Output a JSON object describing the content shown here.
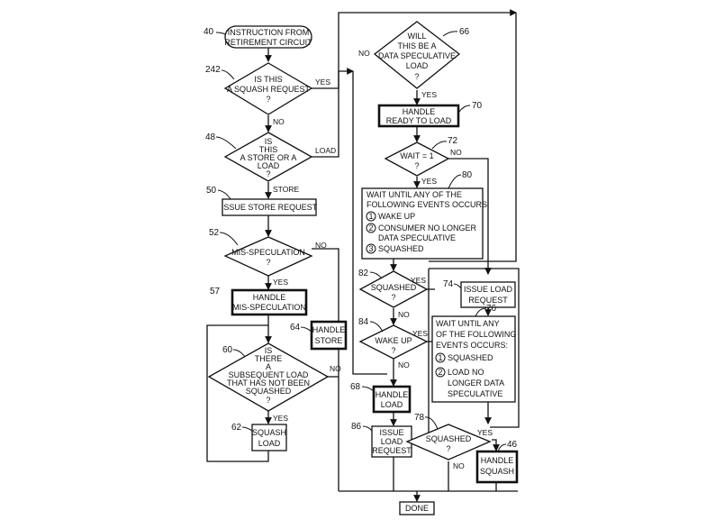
{
  "figure": {
    "nodes": {
      "start": {
        "ref": "40",
        "lines": [
          "INSTRUCTION FROM",
          "RETIREMENT CIRCUIT"
        ]
      },
      "squash_request": {
        "ref": "242",
        "lines": [
          "IS THIS",
          "A SQUASH REQUEST",
          "?"
        ]
      },
      "store_or_load": {
        "ref": "48",
        "lines": [
          "IS",
          "THIS",
          "A STORE OR A",
          "LOAD",
          "?"
        ]
      },
      "issue_store": {
        "ref": "50",
        "lines": [
          "ISSUE STORE REQUEST"
        ]
      },
      "mis_spec": {
        "ref": "52",
        "lines": [
          "MIS-SPECULATION",
          "?"
        ]
      },
      "handle_mis": {
        "ref": "57",
        "lines": [
          "HANDLE",
          "MIS-SPECULATION"
        ]
      },
      "handle_store": {
        "ref": "64",
        "lines": [
          "HANDLE",
          "STORE"
        ]
      },
      "subsequent": {
        "ref": "60",
        "lines": [
          "IS",
          "THERE",
          "A",
          "SUBSEQUENT LOAD",
          "THAT HAS NOT BEEN",
          "SQUASHED",
          "?"
        ]
      },
      "squash_load": {
        "ref": "62",
        "lines": [
          "SQUASH",
          "LOAD"
        ]
      },
      "data_spec": {
        "ref": "66",
        "lines": [
          "WILL",
          "THIS BE A",
          "DATA SPECULATIVE",
          "LOAD",
          "?"
        ]
      },
      "ready_load": {
        "ref": "70",
        "lines": [
          "HANDLE",
          "READY TO LOAD"
        ]
      },
      "wait1": {
        "ref": "72",
        "lines": [
          "WAIT = 1",
          "?"
        ]
      },
      "wait_events": {
        "ref": "80",
        "lines": [
          "WAIT UNTIL ANY OF THE",
          "FOLLOWING EVENTS OCCURS:",
          "WAKE UP",
          "CONSUMER NO LONGER",
          "DATA SPECULATIVE",
          "SQUASHED"
        ]
      },
      "squashed1": {
        "ref": "82",
        "lines": [
          "SQUASHED",
          "?"
        ]
      },
      "wake_up": {
        "ref": "84",
        "lines": [
          "WAKE UP",
          "?"
        ]
      },
      "handle_load": {
        "ref": "68",
        "lines": [
          "HANDLE",
          "LOAD"
        ]
      },
      "issue_load_req": {
        "ref": "86",
        "lines": [
          "ISSUE",
          "LOAD",
          "REQUEST"
        ]
      },
      "issue_load_req2": {
        "ref": "74",
        "lines": [
          "ISSUE LOAD",
          "REQUEST"
        ]
      },
      "wait_events2": {
        "ref": "76",
        "lines": [
          "WAIT UNTIL ANY",
          "OF THE FOLLOWING",
          "EVENTS OCCURS:",
          "SQUASHED",
          "LOAD NO",
          "LONGER DATA",
          "SPECULATIVE"
        ]
      },
      "squashed2": {
        "ref": "78",
        "lines": [
          "SQUASHED",
          "?"
        ]
      },
      "handle_squash": {
        "ref": "46",
        "lines": [
          "HANDLE",
          "SQUASH"
        ]
      },
      "done": {
        "lines": [
          "DONE"
        ]
      }
    },
    "edge_labels": {
      "yes": "YES",
      "no": "NO",
      "load": "LOAD",
      "store": "STORE"
    },
    "event_numbers": [
      "1",
      "2",
      "3"
    ]
  }
}
